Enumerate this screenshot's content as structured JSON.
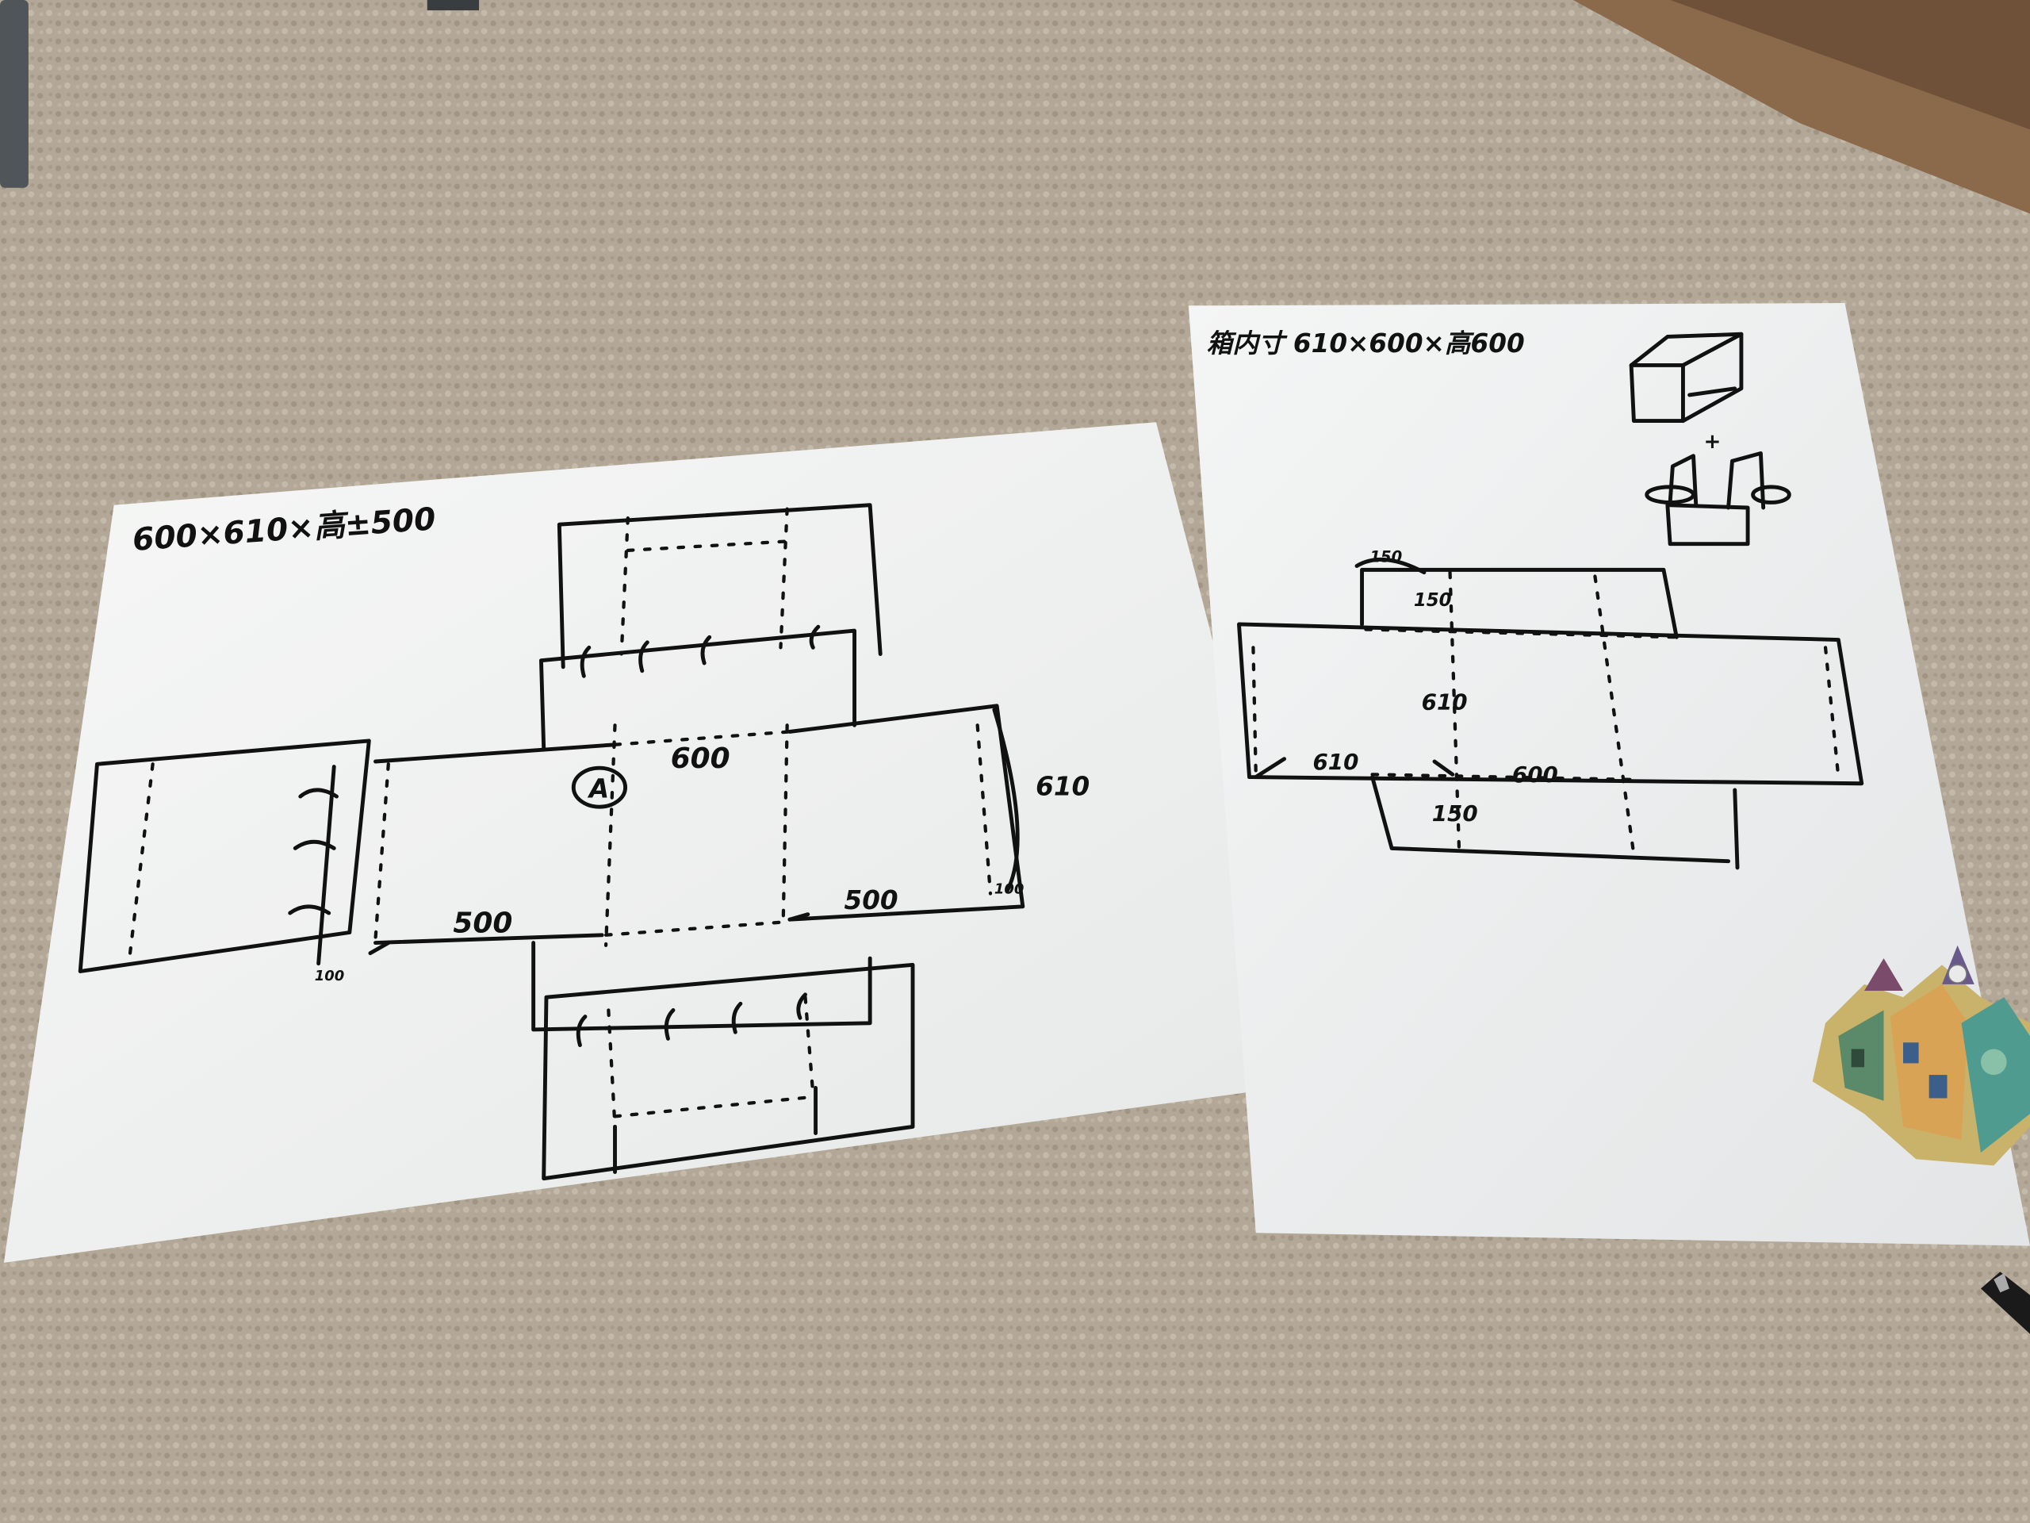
{
  "left_sheet": {
    "title": "600×610×高±500",
    "labels": {
      "top_width": "600",
      "right_depth": "610",
      "left_length": "500",
      "right_length": "500",
      "marker": "A",
      "left_flap": "100",
      "right_flap": "100"
    }
  },
  "right_sheet": {
    "title": "箱内寸 610×600×高600",
    "labels": {
      "top_flap_outer": "150",
      "top_flap_inner": "150",
      "center_height": "610",
      "left_width": "610",
      "center_width": "600",
      "bottom_flap": "150"
    },
    "plus_sign": "+"
  },
  "colors": {
    "carpet": "#bcb09f",
    "paper": "#f4f5f4",
    "ink": "#111111",
    "cardboard": "#8a6a4a"
  }
}
